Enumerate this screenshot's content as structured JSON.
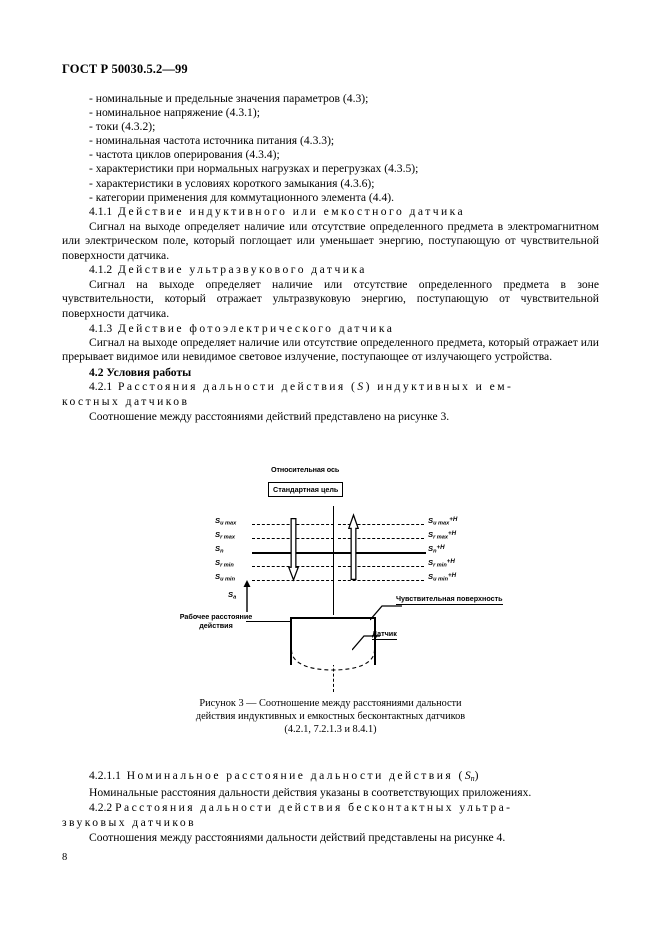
{
  "document": {
    "standard_number": "ГОСТ Р 50030.5.2—99",
    "page_number": "8"
  },
  "bullets": [
    "- номинальные и предельные значения параметров (4.3);",
    "- номинальное напряжение (4.3.1);",
    "- токи (4.3.2);",
    "- номинальная частота источника питания (4.3.3);",
    "- частота циклов оперирования (4.3.4);",
    "- характеристики при нормальных нагрузках и перегрузках (4.3.5);",
    "- характеристики в условиях короткого замыкания (4.3.6);",
    "- категории применения для коммутационного элемента (4.4)."
  ],
  "clauses": {
    "c411": {
      "number": "4.1.1",
      "title": "Действие индуктивного или емкостного датчика",
      "body": "Сигнал на выходе определяет наличие или отсутствие определенного предмета в электромагнитном или электрическом поле, который поглощает или уменьшает энергию, поступающую от чувствительной поверхности датчика."
    },
    "c412": {
      "number": "4.1.2",
      "title": "Действие ультразвукового датчика",
      "body": "Сигнал на выходе определяет наличие или отсутствие определенного предмета в зоне чувствительности, который отражает ультразвуковую энергию, поступающую от чувствительной поверхности датчика."
    },
    "c413": {
      "number": "4.1.3",
      "title": "Действие фотоэлектрического датчика",
      "body": "Сигнал на выходе определяет наличие или отсутствие определенного предмета, который отражает или прерывает видимое или невидимое световое излучение, поступающее от излучающего устройства."
    },
    "c42": {
      "heading": "4.2 Условия работы"
    },
    "c421": {
      "number": "4.2.1",
      "title_line1": "Расстояния дальности действия (",
      "title_symbol": "S",
      "title_line1b": ") индуктивных и ем-",
      "title_line2": "костных датчиков",
      "body": "Соотношение между расстояниями действий представлено на рисунке 3."
    },
    "c4211": {
      "number": "4.2.1.1",
      "title": "Номинальное расстояние дальности действия (",
      "title_symbol": "S",
      "title_symbol_sub": "n",
      "title_close": ")",
      "body": "Номинальные расстояния дальности действия указаны в соответствующих приложениях."
    },
    "c422": {
      "number": "4.2.2",
      "title_line1": "Расстояния дальности действия бесконтактных ультра-",
      "title_line2": "звуковых датчиков",
      "body": "Соотношения между расстояниями дальности действий представлены на рисунке 4."
    }
  },
  "figure": {
    "axis_title": "Относительная ось",
    "target_box": "Стандартная цель",
    "working_distance": "Рабочее расстояние действия",
    "sensitive_surface": "Чувствительная поверхность",
    "sensor": "Датчик",
    "dimension_symbol": "S",
    "dimension_sub": "a",
    "levels": [
      {
        "left_main": "S",
        "left_sub": "u max",
        "right_main": "S",
        "right_sub": "u max",
        "right_sup": "+H",
        "style": "dashed"
      },
      {
        "left_main": "S",
        "left_sub": "r max",
        "right_main": "S",
        "right_sub": "r max",
        "right_sup": "+H",
        "style": "dashed"
      },
      {
        "left_main": "S",
        "left_sub": "n",
        "right_main": "S",
        "right_sub": "n",
        "right_sup": "+H",
        "style": "solid"
      },
      {
        "left_main": "S",
        "left_sub": "r min",
        "right_main": "S",
        "right_sub": "r min",
        "right_sup": "+H",
        "style": "dashed"
      },
      {
        "left_main": "S",
        "left_sub": "u min",
        "right_main": "S",
        "right_sub": "u min",
        "right_sup": "+H",
        "style": "dashed"
      }
    ],
    "caption_line1": "Рисунок 3 — Соотношение между расстояниями дальности",
    "caption_line2": "действия индуктивных и емкостных бесконтактных датчиков",
    "caption_line3": "(4.2.1, 7.2.1.3 и 8.4.1)"
  },
  "colors": {
    "ink": "#000000",
    "paper": "#ffffff"
  }
}
